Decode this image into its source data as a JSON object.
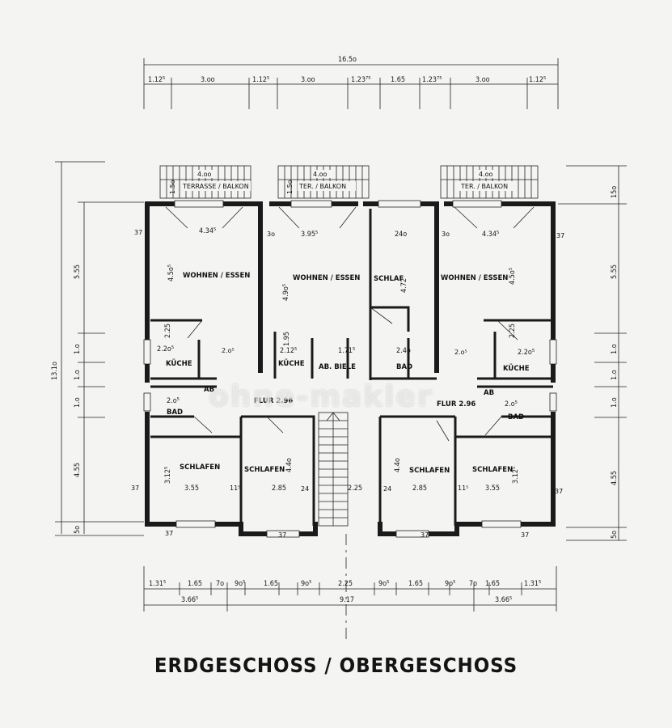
{
  "title": "ERDGESCHOSS / OBERGESCHOSS",
  "watermark": "ohne-makler",
  "top_dims": {
    "total": "16.5o",
    "parts": [
      "1.12⁵",
      "3.oo",
      "1.12⁵",
      "3.oo",
      "1.23⁷⁵",
      "1.65",
      "1.23⁷⁵",
      "3.oo",
      "1.12⁵"
    ]
  },
  "bottom_dims": {
    "parts": [
      "1.31⁵",
      "1.65",
      "7o",
      "9o⁵",
      "1.65",
      "9o⁵",
      "2.25",
      "9o⁵",
      "1.65",
      "9o⁵",
      "7o",
      "1.65",
      "1.31⁵"
    ],
    "groups": [
      "3.66⁵",
      "9.17",
      "3.66⁵"
    ]
  },
  "left_dims": {
    "total": "13.1o",
    "parts": [
      "5.55",
      "1.o",
      "1.o",
      "1.o",
      "4.55",
      "5o"
    ]
  },
  "right_dims": {
    "parts": [
      "15o",
      "5.55",
      "1.o",
      "1.o",
      "1.o",
      "4.55",
      "5o"
    ]
  },
  "balconies": [
    {
      "label": "TERRASSE / BALKON",
      "width": "4.oo",
      "depth": "1.5o"
    },
    {
      "label": "TER. / BALKON",
      "width": "4.oo",
      "depth": "1.5o"
    },
    {
      "label": "TER. / BALKON",
      "width": "4.oo",
      "depth": "1.5o"
    }
  ],
  "rooms": {
    "wohnen_left": {
      "label": "WOHNEN / ESSEN",
      "w": "4.34⁵",
      "h": "4.5o⁵"
    },
    "wohnen_mid": {
      "label": "WOHNEN / ESSEN",
      "w": "3.95⁵",
      "h": "4.9o⁵"
    },
    "schlaf_mid": {
      "label": "SCHLAF",
      "w": "24o",
      "h": "4.72"
    },
    "wohnen_right": {
      "label": "WOHNEN / ESSEN",
      "w": "4.34⁵",
      "h": "4.5o⁵"
    },
    "kueche_left": {
      "label": "KÜCHE",
      "w": "2.2o⁵",
      "h": "2.25"
    },
    "kueche_mid": {
      "label": "KÜCHE",
      "w": "2.12⁵",
      "h": "1.95"
    },
    "abst": {
      "label": "AB. BIELE",
      "w": "1.71⁵"
    },
    "bad_mid": {
      "label": "BAD",
      "w": "2.4o"
    },
    "kueche_right": {
      "label": "KÜCHE",
      "w": "2.2o⁵",
      "h": "2.25"
    },
    "flur_left": {
      "label": "FLUR 2.96",
      "w": "2.o⁵"
    },
    "flur_right": {
      "label": "FLUR 2.96",
      "w": "2.o⁵"
    },
    "bad_left": {
      "label": "BAD",
      "w": "2.o⁵"
    },
    "bad_right": {
      "label": "BAD",
      "w": "2.o⁵"
    },
    "ab_left": {
      "label": "AB"
    },
    "ab_right": {
      "label": "AB"
    },
    "schlafen_1": {
      "label": "SCHLAFEN",
      "w": "3.55",
      "h": "3.12⁵"
    },
    "schlafen_2": {
      "label": "SCHLAFEN",
      "w": "2.85",
      "h": "4.4o"
    },
    "treppe": {
      "w": "2.25"
    },
    "schlafen_3": {
      "label": "SCHLAFEN",
      "w": "2.85",
      "h": "4.4o"
    },
    "schlafen_4": {
      "label": "SCHLAFEN",
      "w": "3.55",
      "h": "3.12⁵"
    }
  },
  "misc": {
    "wall37": "37",
    "wall24": "24",
    "wall11": "11⁵",
    "wall30": "3o",
    "wall2o": "2.o⁵",
    "wall2o5": "2.o⁵"
  }
}
